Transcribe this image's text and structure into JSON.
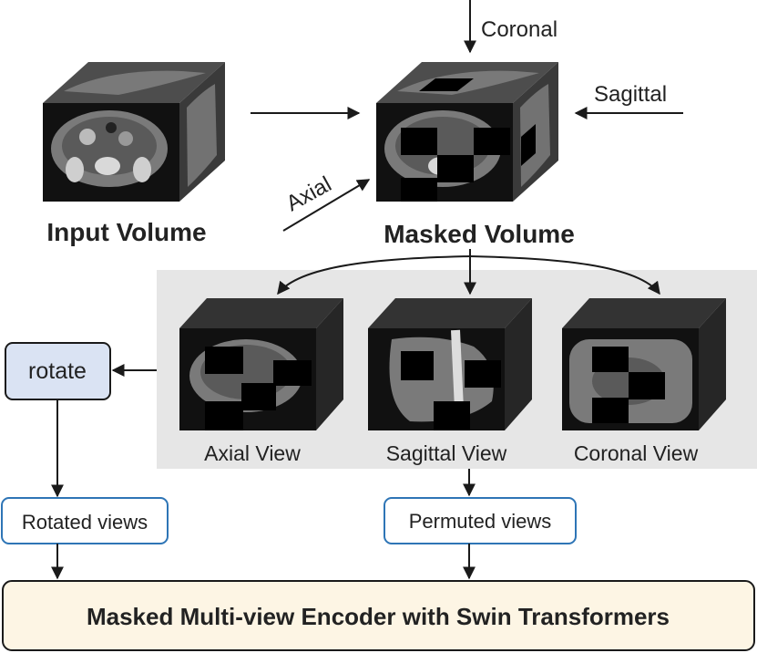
{
  "top_labels": {
    "coronal": "Coronal",
    "sagittal": "Sagittal",
    "axial": "Axial"
  },
  "captions": {
    "input_volume": "Input Volume",
    "masked_volume": "Masked Volume"
  },
  "views": {
    "axial": "Axial View",
    "sagittal": "Sagittal View",
    "coronal": "Coronal View"
  },
  "boxes": {
    "rotate": "rotate",
    "rotated_views": "Rotated views",
    "permuted_views": "Permuted views",
    "encoder": "Masked Multi-view Encoder with Swin Transformers"
  },
  "colors": {
    "panel_gray": "#e6e6e6",
    "rotate_fill": "#dae3f3",
    "view_box_border": "#2e75b6",
    "encoder_fill": "#fdf5e4",
    "arrow": "#1a1a1a"
  }
}
